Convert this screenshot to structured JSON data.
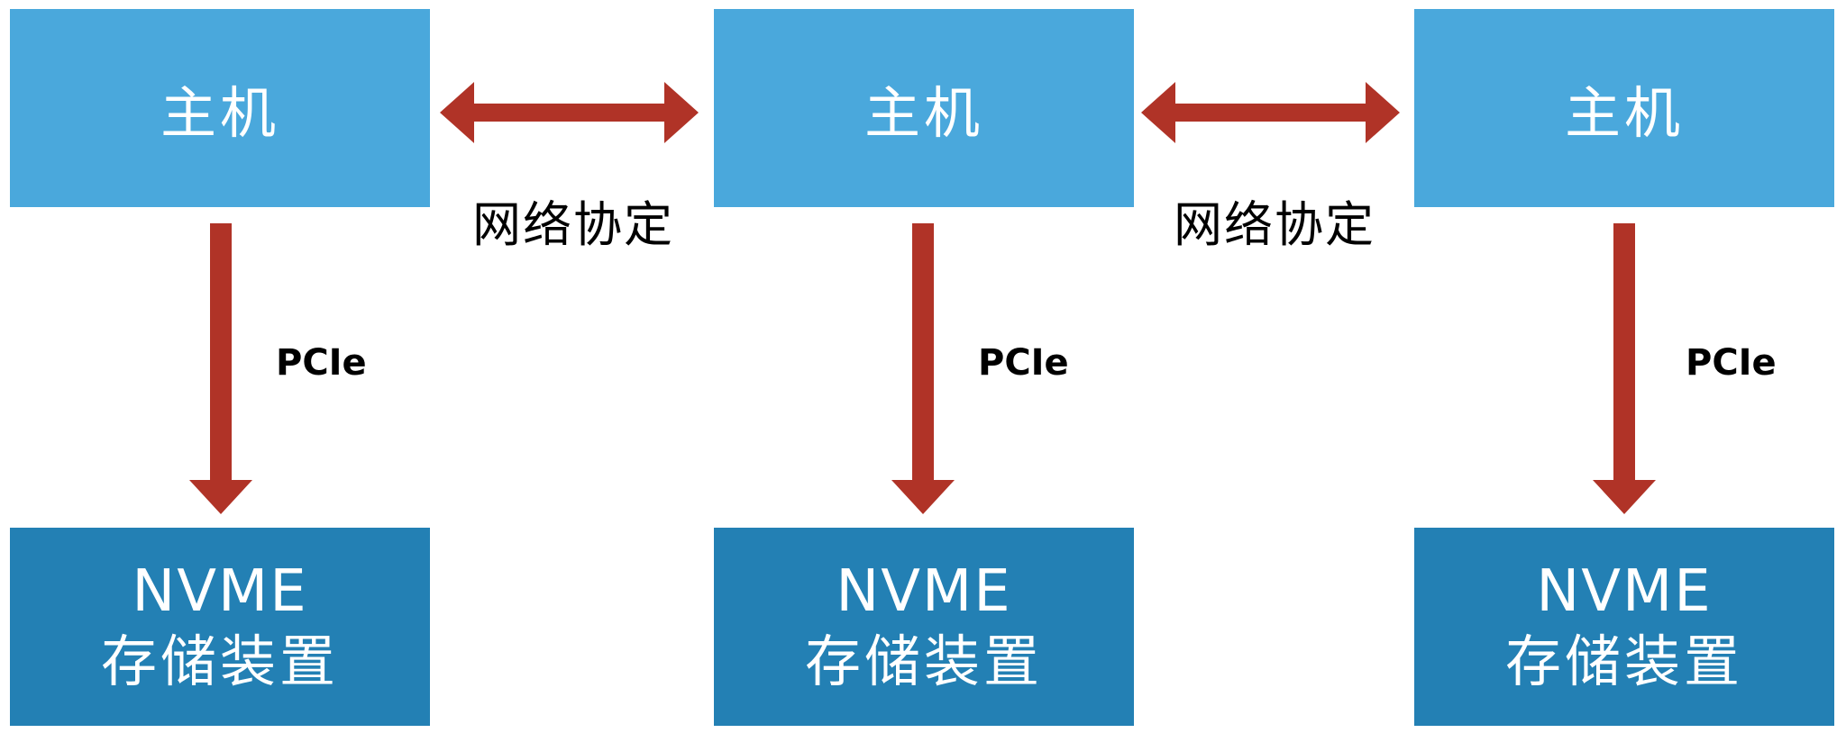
{
  "nodes": [
    {
      "host": "主机",
      "storage_line1": "NVME",
      "storage_line2": "存储装置",
      "link": "PCIe"
    },
    {
      "host": "主机",
      "storage_line1": "NVME",
      "storage_line2": "存储装置",
      "link": "PCIe"
    },
    {
      "host": "主机",
      "storage_line1": "NVME",
      "storage_line2": "存储装置",
      "link": "PCIe"
    }
  ],
  "network": [
    "网络协定",
    "网络协定"
  ],
  "colors": {
    "host": "#4aa8dc",
    "storage": "#2380b4",
    "arrow": "#b03327"
  }
}
